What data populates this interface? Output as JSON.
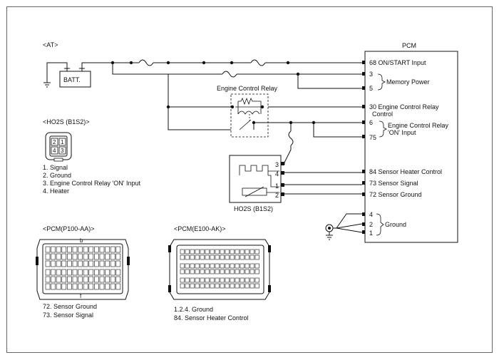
{
  "at_label": "<AT>",
  "batt_label": "BATT.",
  "pcm": {
    "title": "PCM",
    "pins": {
      "on_start": "68 ON/START Input",
      "mem_a": "3",
      "mem_b": "5",
      "memory_power": "Memory Power",
      "ecr_control": "30 Engine Control Relay",
      "ecr_control_2": "Control",
      "ecr_on_a": "6",
      "ecr_on_b": "75",
      "ecr_on_label": "Engine Control Relay",
      "ecr_on_label_2": "'ON' Input",
      "heater_control": "84 Sensor Heater Control",
      "sensor_signal": "73 Sensor Signal",
      "sensor_ground": "72 Sensor Ground",
      "gnd_a": "4",
      "gnd_b": "2",
      "gnd_c": "1",
      "ground_label": "Ground"
    }
  },
  "relay_label": "Engine Control Relay",
  "ho2s": {
    "title": "<HO2S (B1S2)>",
    "pin_grid": [
      "2",
      "1",
      "4",
      "3"
    ],
    "legend": [
      "1. Signal",
      "2. Ground",
      "3. Engine Control Relay 'ON' Input",
      "4. Heater"
    ],
    "diagram_label": "HO2S (B1S2)",
    "pins": [
      "3",
      "4",
      "1",
      "2"
    ]
  },
  "pcm_p100": {
    "title": "<PCM(P100-AA)>",
    "top_mark": "b",
    "bottom_mark": "f",
    "legend": [
      "72. Sensor Ground",
      "73. Sensor Signal"
    ]
  },
  "pcm_e100": {
    "title": "<PCM(E100-AK)>",
    "legend": [
      "1.2.4. Ground",
      "84. Sensor Heater Control"
    ]
  },
  "colors": {
    "line": "#111111",
    "frame": "#666666",
    "background": "#ffffff"
  }
}
